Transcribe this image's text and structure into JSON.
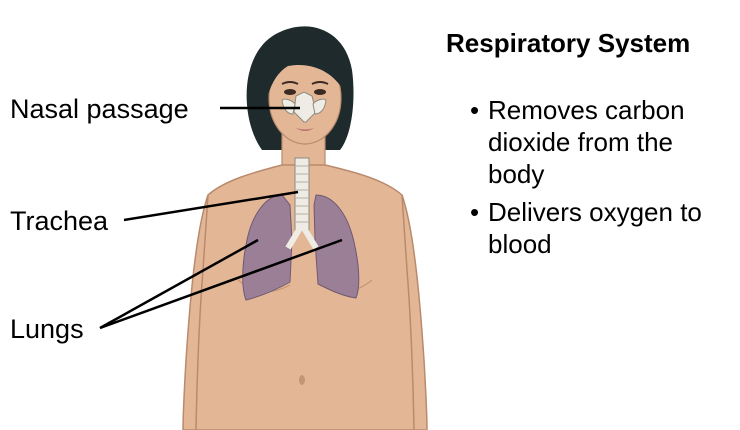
{
  "labels": {
    "nasal": "Nasal passage",
    "trachea": "Trachea",
    "lungs": "Lungs"
  },
  "panel": {
    "title": "Respiratory System",
    "bullets": [
      "Removes carbon dioxide from the body",
      "Delivers oxygen to blood"
    ]
  },
  "colors": {
    "skin": "#e3b796",
    "skin_outline": "#b98a6d",
    "hair": "#1e2a2c",
    "lung": "#9a7f97",
    "trachea": "#eeece4"
  }
}
